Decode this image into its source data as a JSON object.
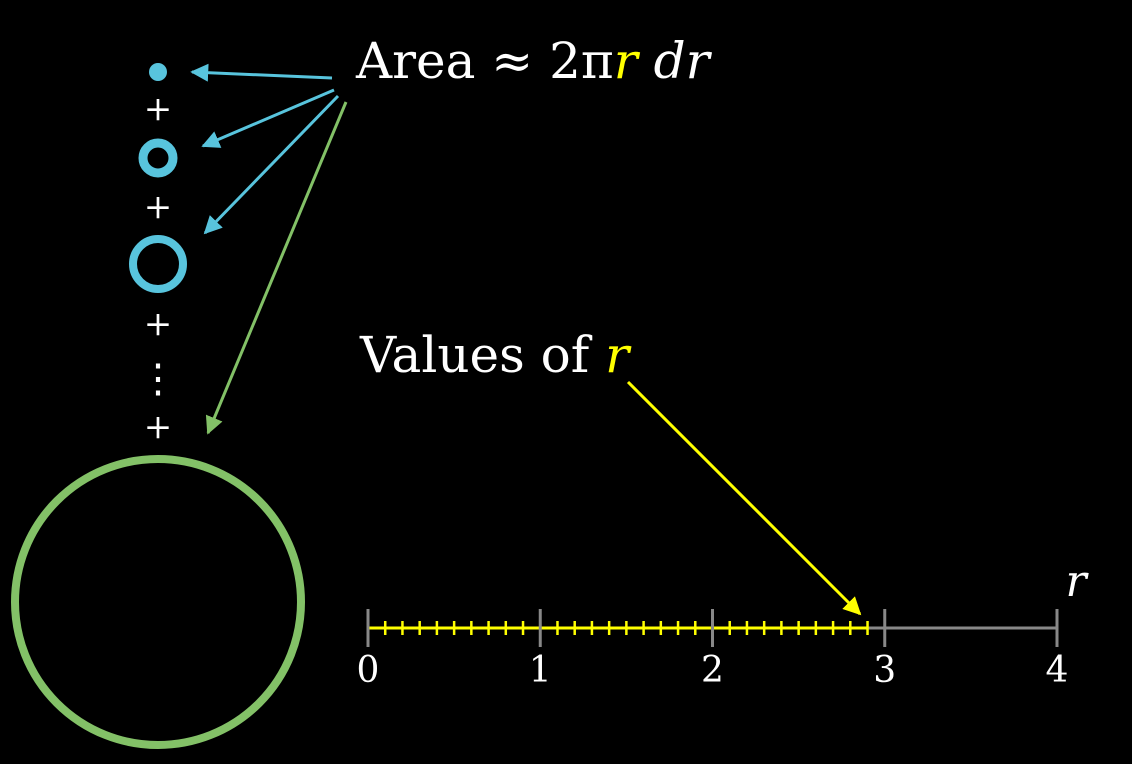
{
  "area_label": {
    "prefix": "Area ≈ 2π",
    "var": "r",
    "suffix": " dr"
  },
  "values_label": {
    "prefix": "Values of ",
    "var": "r"
  },
  "axis": {
    "name": "r",
    "tick_labels": [
      "0",
      "1",
      "2",
      "3",
      "4"
    ],
    "range": [
      0,
      4
    ],
    "highlight_max": 2.9,
    "small_tick_step": 0.1
  },
  "stack": {
    "plus_signs": [
      "+",
      "+",
      "+",
      "+"
    ],
    "ellipsis": "⋮"
  },
  "colors": {
    "background": "#000000",
    "ring_blue": "#58c4dd",
    "ring_green": "#83c167",
    "highlight_yellow": "#ffff00",
    "axis_gray": "#888888",
    "text": "#ffffff"
  }
}
